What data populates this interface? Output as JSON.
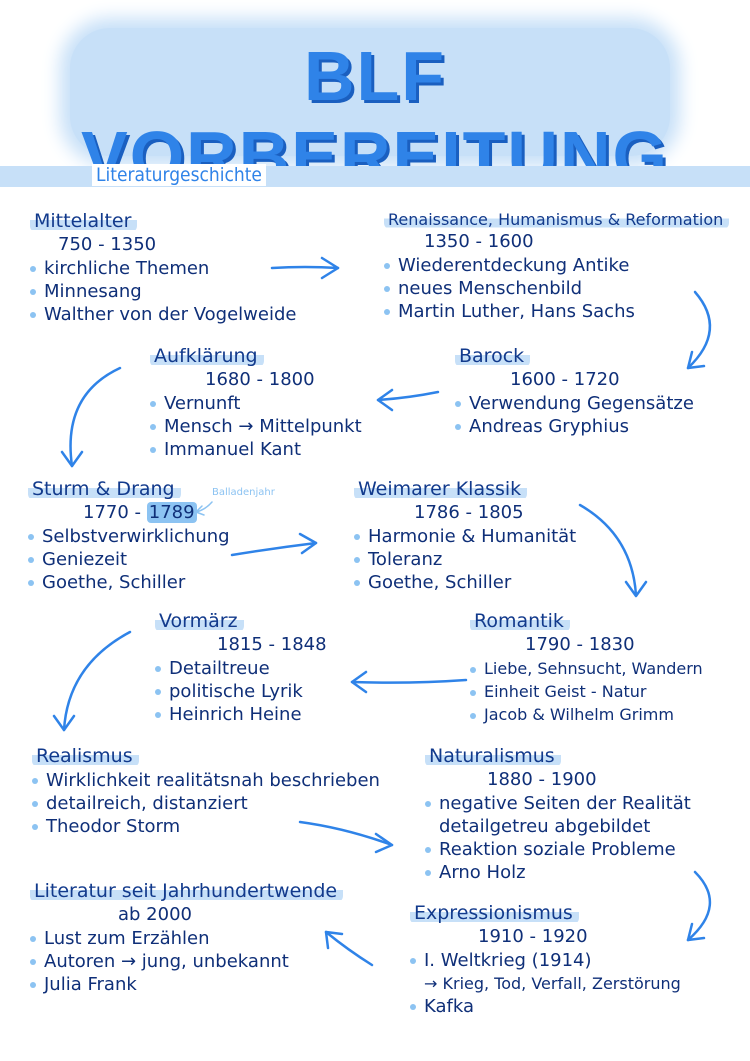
{
  "title": "BLF VORBEREITUNG",
  "subtitle": "Literaturgeschichte",
  "colors": {
    "accent": "#2f83e8",
    "highlight": "#c7e0f8",
    "ink": "#123a8c",
    "dot": "#8cc3f2"
  },
  "epochs": [
    {
      "name": "Mittelalter",
      "years": "750 - 1350",
      "items": [
        "kirchliche Themen",
        "Minnesang",
        "Walther von der Vogelweide"
      ]
    },
    {
      "name": "Renaissance, Humanismus & Reformation",
      "years": "1350 - 1600",
      "items": [
        "Wiederentdeckung Antike",
        "neues Menschenbild",
        "Martin Luther, Hans Sachs"
      ]
    },
    {
      "name": "Aufklärung",
      "years": "1680 - 1800",
      "items": [
        "Vernunft",
        "Mensch → Mittelpunkt",
        "Immanuel Kant"
      ]
    },
    {
      "name": "Barock",
      "years": "1600 - 1720",
      "items": [
        "Verwendung Gegensätze",
        "Andreas Gryphius"
      ]
    },
    {
      "name": "Sturm & Drang",
      "years_start": "1770 - ",
      "years_end": "1789",
      "note": "Balladenjahr",
      "items": [
        "Selbstverwirklichung",
        "Geniezeit",
        "Goethe, Schiller"
      ]
    },
    {
      "name": "Weimarer Klassik",
      "years": "1786 - 1805",
      "items": [
        "Harmonie & Humanität",
        "Toleranz",
        "Goethe, Schiller"
      ]
    },
    {
      "name": "Vormärz",
      "years": "1815 - 1848",
      "items": [
        "Detailtreue",
        "politische Lyrik",
        "Heinrich Heine"
      ]
    },
    {
      "name": "Romantik",
      "years": "1790 - 1830",
      "items": [
        "Liebe, Sehnsucht, Wandern",
        "Einheit Geist - Natur",
        "Jacob & Wilhelm Grimm"
      ]
    },
    {
      "name": "Realismus",
      "items": [
        "Wirklichkeit realitätsnah beschrieben",
        "detailreich, distanziert",
        "Theodor Storm"
      ]
    },
    {
      "name": "Naturalismus",
      "years": "1880 - 1900",
      "items": [
        "negative Seiten der Realität",
        "detailgetreu abgebildet",
        "Reaktion soziale Probleme",
        "Arno Holz"
      ]
    },
    {
      "name": "Literatur seit Jahrhundertwende",
      "years": "ab 2000",
      "items": [
        "Lust zum Erzählen",
        "Autoren → jung, unbekannt",
        "Julia Frank"
      ]
    },
    {
      "name": "Expressionismus",
      "years": "1910 - 1920",
      "items": [
        "I. Weltkrieg (1914)",
        "→ Krieg, Tod, Verfall, Zerstörung",
        "Kafka"
      ]
    }
  ]
}
